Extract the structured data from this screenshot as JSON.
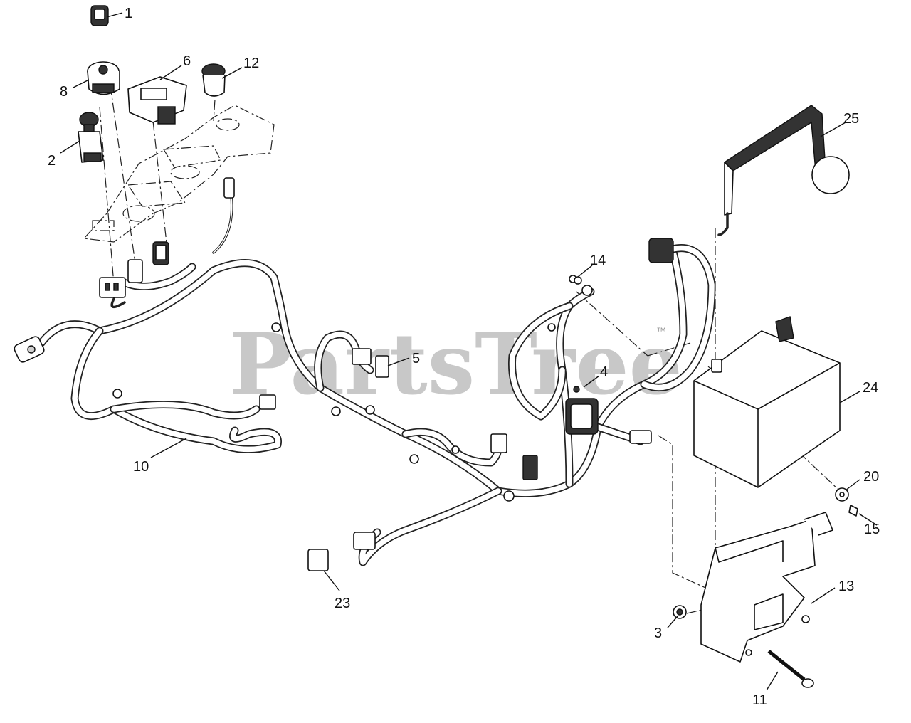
{
  "watermark": {
    "text": "PartsTree",
    "trademark": "™"
  },
  "callouts": [
    {
      "id": "1",
      "label": "1"
    },
    {
      "id": "2",
      "label": "2"
    },
    {
      "id": "3",
      "label": "3"
    },
    {
      "id": "4",
      "label": "4"
    },
    {
      "id": "5",
      "label": "5"
    },
    {
      "id": "6",
      "label": "6"
    },
    {
      "id": "8",
      "label": "8"
    },
    {
      "id": "10",
      "label": "10"
    },
    {
      "id": "11",
      "label": "11"
    },
    {
      "id": "12",
      "label": "12"
    },
    {
      "id": "13",
      "label": "13"
    },
    {
      "id": "14",
      "label": "14"
    },
    {
      "id": "15",
      "label": "15"
    },
    {
      "id": "20",
      "label": "20"
    },
    {
      "id": "23",
      "label": "23"
    },
    {
      "id": "24",
      "label": "24"
    },
    {
      "id": "25",
      "label": "25"
    }
  ],
  "colors": {
    "line": "#111111",
    "watermark": "#9a9a9a",
    "background": "#ffffff"
  }
}
